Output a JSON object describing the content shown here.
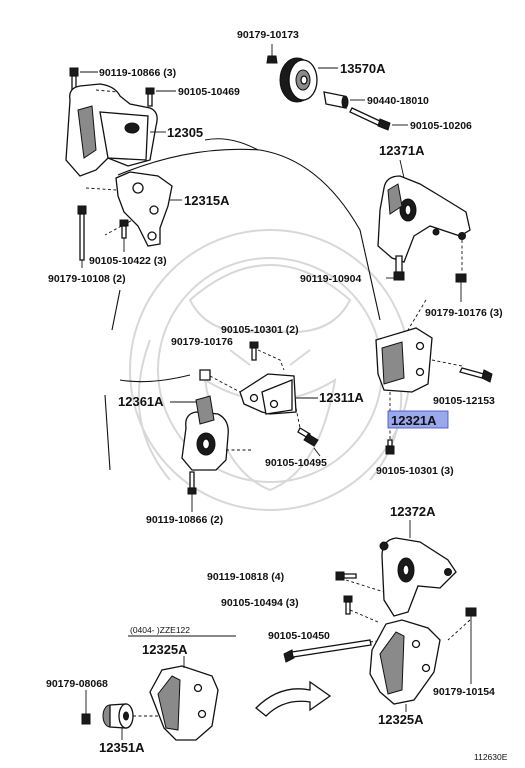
{
  "labels": {
    "p90179_10173": "90179-10173",
    "p13570A": "13570A",
    "p90119_10866_3": "90119-10866 (3)",
    "p90105_10469": "90105-10469",
    "p90440_18010": "90440-18010",
    "p90105_10206": "90105-10206",
    "p12305": "12305",
    "p12371A": "12371A",
    "p12315A": "12315A",
    "p90105_10422_3": "90105-10422 (3)",
    "p90179_10108_2": "90179-10108 (2)",
    "p90119_10904": "90119-10904",
    "p90179_10176_3": "90179-10176 (3)",
    "p90105_10301_2": "90105-10301 (2)",
    "p90179_10176": "90179-10176",
    "p12361A": "12361A",
    "p12311A": "12311A",
    "p90105_12153": "90105-12153",
    "p12321A": "12321A",
    "p90105_10495": "90105-10495",
    "p90105_10301_3": "90105-10301 (3)",
    "p90119_10866_2": "90119-10866 (2)",
    "p12372A": "12372A",
    "p90119_10818_4": "90119-10818 (4)",
    "p90105_10494_3": "90105-10494 (3)",
    "p90105_10450": "90105-10450",
    "p90179_08068": "90179-08068",
    "p12325A_left": "12325A",
    "p12351A": "12351A",
    "p90179_10154": "90179-10154",
    "p12325A_right": "12325A",
    "range_note": "(0404-   )ZZE122",
    "figure_id": "112630E"
  },
  "colors": {
    "highlight_fill": "#9aa8ee",
    "highlight_stroke": "#3a4bb8",
    "watermark": "#d8d8d8"
  }
}
